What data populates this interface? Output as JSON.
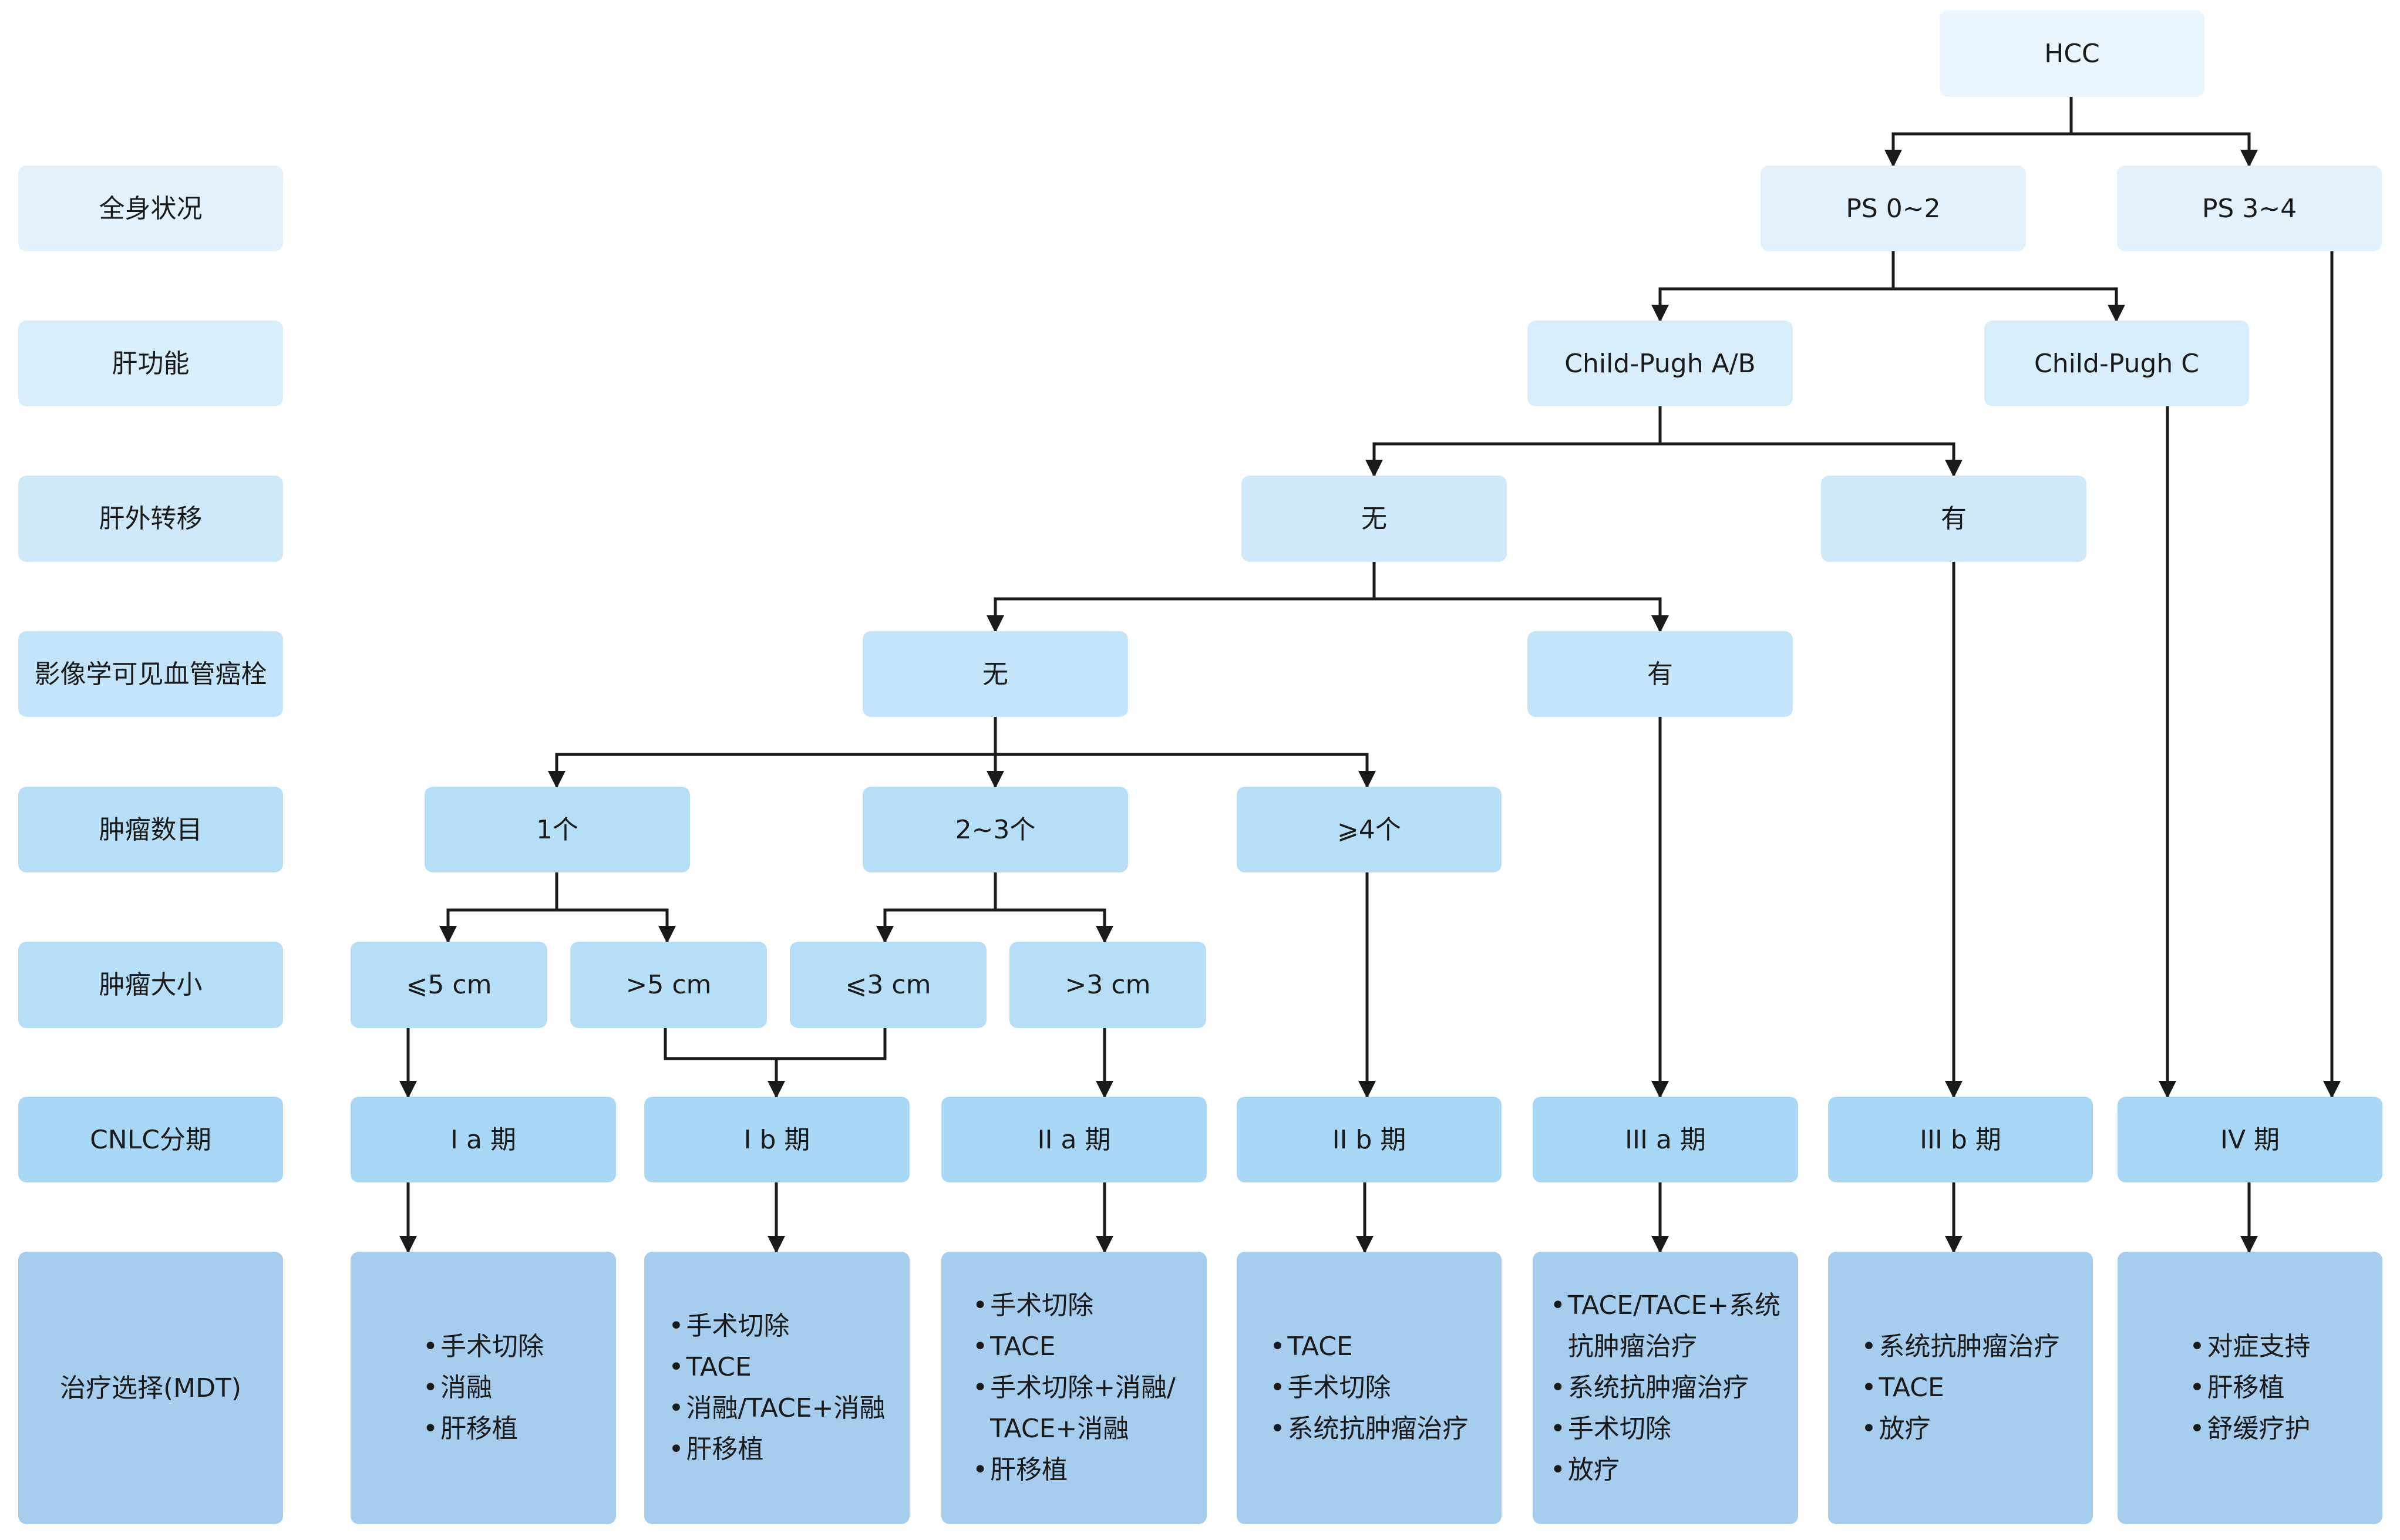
{
  "labels": {
    "general_status": "全身状况",
    "liver_function": "肝功能",
    "extrahepatic_metastasis": "肝外转移",
    "vascular_tumor_thrombus": "影像学可见血管癌栓",
    "tumor_count": "肿瘤数目",
    "tumor_size": "肿瘤大小",
    "cnlc_stage": "CNLC分期",
    "treatment_mdt": "治疗选择(MDT)"
  },
  "nodes": {
    "hcc": "HCC",
    "ps_0_2": "PS 0~2",
    "ps_3_4": "PS 3~4",
    "child_ab": "Child-Pugh A/B",
    "child_c": "Child-Pugh C",
    "metastasis_no": "无",
    "metastasis_yes": "有",
    "thrombus_no": "无",
    "thrombus_yes": "有",
    "count_1": "1个",
    "count_2_3": "2~3个",
    "count_4_plus": "⩾4个",
    "size_le5": "⩽5 cm",
    "size_gt5": ">5 cm",
    "size_le3": "⩽3 cm",
    "size_gt3": ">3 cm"
  },
  "stages": {
    "ia": "I a 期",
    "ib": "I b 期",
    "iia": "II a 期",
    "iib": "II b 期",
    "iiia": "III a 期",
    "iiib": "III b 期",
    "iv": "IV 期"
  },
  "treatments": {
    "ia": [
      "手术切除",
      "消融",
      "肝移植"
    ],
    "ib": [
      "手术切除",
      "TACE",
      "消融/TACE+消融",
      "肝移植"
    ],
    "iia": [
      "手术切除",
      "TACE",
      "手术切除+消融/",
      "TACE+消融",
      "肝移植"
    ],
    "iib": [
      "TACE",
      "手术切除",
      "系统抗肿瘤治疗"
    ],
    "iiia": [
      "TACE/TACE+系统",
      "抗肿瘤治疗",
      "系统抗肿瘤治疗",
      "手术切除",
      "放疗"
    ],
    "iiib": [
      "系统抗肿瘤治疗",
      "TACE",
      "放疗"
    ],
    "iv": [
      "对症支持",
      "肝移植",
      "舒缓疗护"
    ]
  }
}
